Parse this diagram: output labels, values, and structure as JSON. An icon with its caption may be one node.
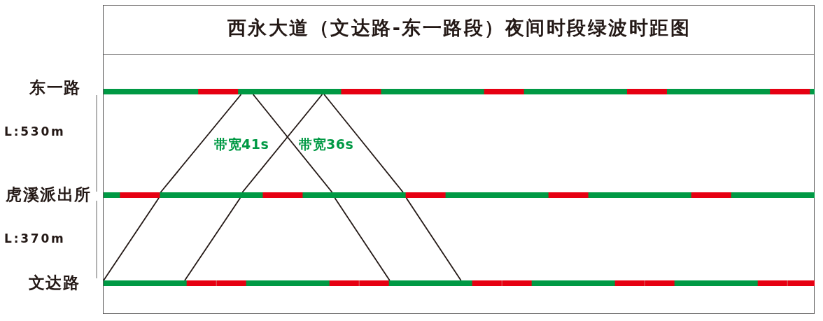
{
  "diagram": {
    "title": "西永大道（文达路-东一路段）夜间时段绿波时距图",
    "nodes": [
      {
        "text": [],
        "shape": "bar",
        "beside": [
          "东一路"
        ]
      },
      {
        "text": [],
        "shape": "bar",
        "beside": [
          "虎溪派出所"
        ]
      },
      {
        "text": [],
        "shape": "bar",
        "beside": [
          "文达路"
        ]
      }
    ],
    "edges": [
      {
        "from": 2,
        "to": 1,
        "arrow": "none"
      },
      {
        "from": 1,
        "to": 0,
        "arrow": "none"
      },
      {
        "from": 2,
        "to": 1,
        "arrow": "none"
      },
      {
        "from": 1,
        "to": 0,
        "arrow": "none"
      },
      {
        "from": 0,
        "to": 1,
        "arrow": "none"
      },
      {
        "from": 1,
        "to": 2,
        "arrow": "none"
      },
      {
        "from": 0,
        "to": 1,
        "arrow": "none"
      },
      {
        "from": 1,
        "to": 2,
        "arrow": "none"
      }
    ],
    "labels": [
      "L:530m",
      "带宽41s",
      "带宽36s",
      "L:370m"
    ]
  }
}
